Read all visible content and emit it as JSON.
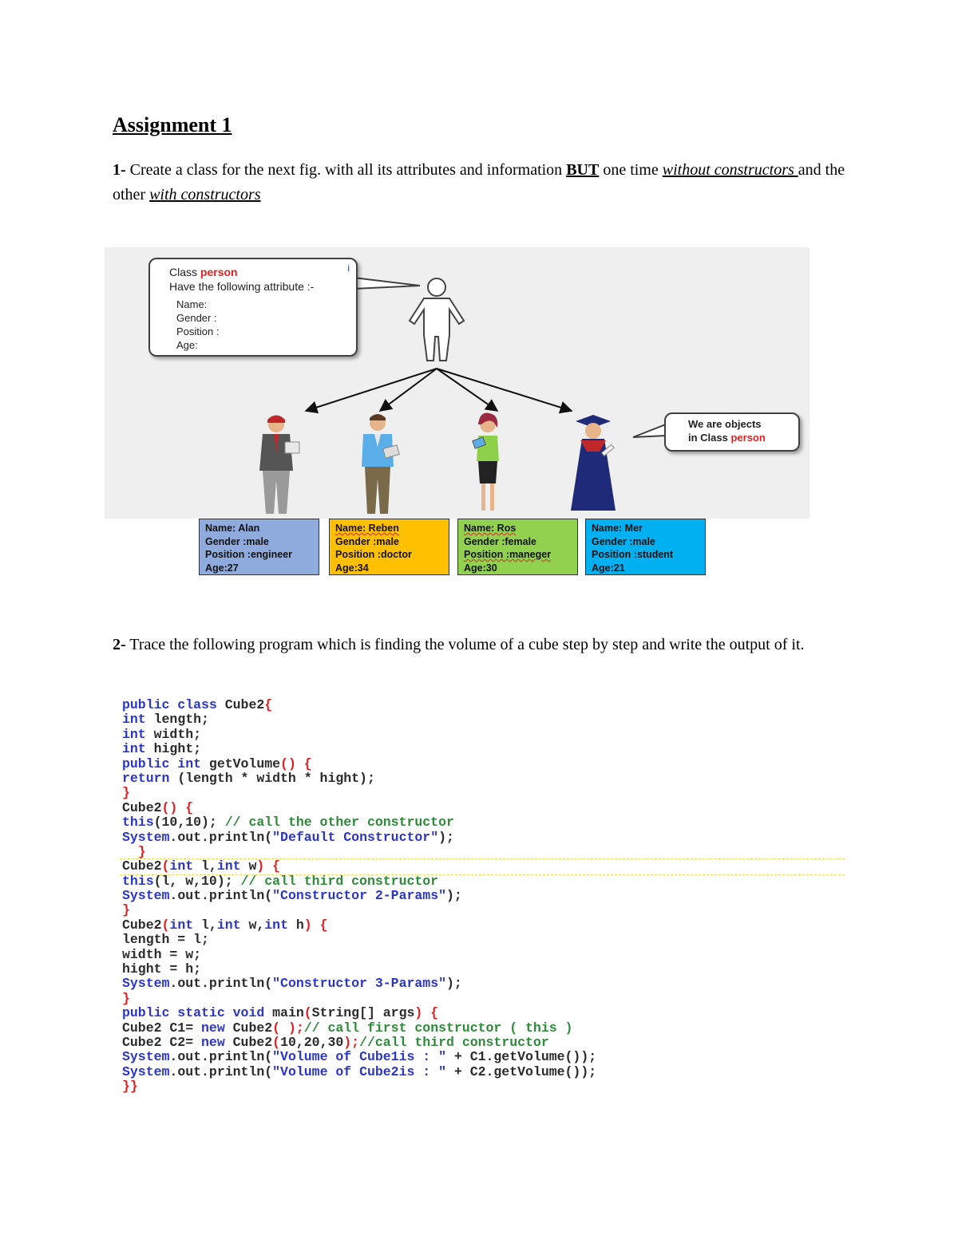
{
  "title": "Assignment 1",
  "q1": {
    "number": "1-",
    "text_a": " Create a class for the next fig. with all its attributes and information ",
    "but": "BUT",
    "text_b": " one time ",
    "without": "without constructors ",
    "text_c": "and the other ",
    "with": "with constructors"
  },
  "figure": {
    "class_box": {
      "prefix": "Class ",
      "class_name": "person",
      "line2": "Have the following attribute :-",
      "mark": "i",
      "attributes": [
        "Name:",
        "Gender :",
        "Position :",
        "Age:"
      ]
    },
    "objects_box": {
      "line1": "We are objects",
      "line2_prefix": "in Class ",
      "line2_name": "person"
    },
    "cards": [
      {
        "name": "Name: Alan",
        "gender": "Gender :male",
        "position": "Position :engineer",
        "age": "Age:27"
      },
      {
        "name": "Name: Reben",
        "gender": "Gender :male",
        "position": "Position :doctor",
        "age": "Age:34"
      },
      {
        "name": "Name: Ros",
        "gender": "Gender :female",
        "position": "Position :maneger",
        "age": "Age:30"
      },
      {
        "name": "Name: Mer",
        "gender": "Gender :male",
        "position": "Position :student",
        "age": "Age:21"
      }
    ],
    "colors": {
      "card1": "#8faadc",
      "card2": "#ffc000",
      "card3": "#92d050",
      "card4": "#00b0f0",
      "accent_red": "#e32222"
    }
  },
  "q2": {
    "number": "2-",
    "text": " Trace the following program which is finding the volume of a cube step by step and write the output of it."
  },
  "code": [
    [
      [
        "kw",
        "public class "
      ],
      [
        "p",
        "Cube2"
      ],
      [
        "br",
        "{"
      ]
    ],
    [
      [
        "kw",
        "int "
      ],
      [
        "p",
        "length;"
      ]
    ],
    [
      [
        "kw",
        "int "
      ],
      [
        "p",
        "width;"
      ]
    ],
    [
      [
        "kw",
        "int "
      ],
      [
        "p",
        "hight;"
      ]
    ],
    [
      [
        "kw",
        "public int "
      ],
      [
        "p",
        "getVolume"
      ],
      [
        "br",
        "() {"
      ]
    ],
    [
      [
        "kw",
        "return "
      ],
      [
        "p",
        "(length * width * hight);"
      ]
    ],
    [
      [
        "br",
        "}"
      ]
    ],
    [
      [
        "p",
        "Cube2"
      ],
      [
        "br",
        "() {"
      ]
    ],
    [
      [
        "kw",
        "this"
      ],
      [
        "p",
        "(10,10); "
      ],
      [
        "cm",
        "// call the other constructor"
      ]
    ],
    [
      [
        "kw",
        "System"
      ],
      [
        "p",
        ".out.println("
      ],
      [
        "st",
        "\"Default Constructor\""
      ],
      [
        "p",
        ");"
      ]
    ],
    [
      [
        "br",
        "  }"
      ]
    ],
    [
      [
        "p",
        "Cube2"
      ],
      [
        "br",
        "("
      ],
      [
        "kw",
        "int "
      ],
      [
        "p",
        "l,"
      ],
      [
        "kw",
        "int "
      ],
      [
        "p",
        "w"
      ],
      [
        "br",
        ") {"
      ]
    ],
    [
      [
        "kw",
        "this"
      ],
      [
        "p",
        "(l, w,10); "
      ],
      [
        "cm",
        "// call third constructor"
      ]
    ],
    [
      [
        "kw",
        "System"
      ],
      [
        "p",
        ".out.println("
      ],
      [
        "st",
        "\"Constructor 2-Params\""
      ],
      [
        "p",
        ");"
      ]
    ],
    [
      [
        "br",
        "}"
      ]
    ],
    [
      [
        "p",
        "Cube2"
      ],
      [
        "br",
        "("
      ],
      [
        "kw",
        "int "
      ],
      [
        "p",
        "l,"
      ],
      [
        "kw",
        "int "
      ],
      [
        "p",
        "w,"
      ],
      [
        "kw",
        "int "
      ],
      [
        "p",
        "h"
      ],
      [
        "br",
        ") {"
      ]
    ],
    [
      [
        "p",
        "length = l;"
      ]
    ],
    [
      [
        "p",
        "width = w;"
      ]
    ],
    [
      [
        "p",
        "hight = h;"
      ]
    ],
    [
      [
        "kw",
        "System"
      ],
      [
        "p",
        ".out.println("
      ],
      [
        "st",
        "\"Constructor 3-Params\""
      ],
      [
        "p",
        ");"
      ]
    ],
    [
      [
        "br",
        "}"
      ]
    ],
    [
      [
        "kw",
        "public static void "
      ],
      [
        "p",
        "main"
      ],
      [
        "br",
        "("
      ],
      [
        "p",
        "String[] args"
      ],
      [
        "br",
        ") {"
      ]
    ],
    [
      [
        "p",
        "Cube2 C1= "
      ],
      [
        "kw",
        "new "
      ],
      [
        "p",
        "Cube2"
      ],
      [
        "br",
        "( );"
      ],
      [
        "cm",
        "// call first constructor ( this )"
      ]
    ],
    [
      [
        "p",
        "Cube2 C2= "
      ],
      [
        "kw",
        "new "
      ],
      [
        "p",
        "Cube2"
      ],
      [
        "br",
        "("
      ],
      [
        "p",
        "10,20,30"
      ],
      [
        "br",
        ");"
      ],
      [
        "cm",
        "//call third constructor"
      ]
    ],
    [
      [
        "kw",
        "System"
      ],
      [
        "p",
        ".out.println("
      ],
      [
        "st",
        "\"Volume of Cube1is : \""
      ],
      [
        "p",
        " + C1.getVolume());"
      ]
    ],
    [
      [
        "kw",
        "System"
      ],
      [
        "p",
        ".out.println("
      ],
      [
        "st",
        "\"Volume of Cube2is : \""
      ],
      [
        "p",
        " + C2.getVolume());"
      ]
    ],
    [
      [
        "br",
        "}}"
      ]
    ]
  ]
}
